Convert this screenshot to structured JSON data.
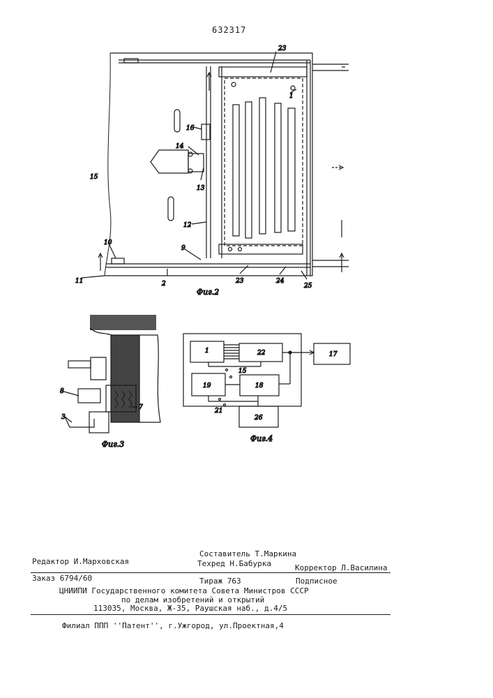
{
  "header": {
    "patent_number": "632317"
  },
  "figures": {
    "fig2": {
      "caption": "Фиг.2",
      "labels": {
        "l1": "1",
        "l2": "2",
        "l9": "9",
        "l10": "10",
        "l11": "11",
        "l12": "12",
        "l13": "13",
        "l14": "14",
        "l15": "15",
        "l16": "16",
        "l23a": "23",
        "l23b": "23",
        "l24": "24",
        "l25": "25"
      }
    },
    "fig3": {
      "caption": "Фиг.3",
      "labels": {
        "l3": "3",
        "l7": "7",
        "l8": "8"
      }
    },
    "fig4": {
      "caption": "Фиг.4",
      "labels": {
        "b1": "1",
        "b22": "22",
        "b17": "17",
        "b19": "19",
        "b18": "18",
        "b26": "26",
        "s15": "15",
        "s21": "21"
      }
    }
  },
  "imprint": {
    "editor": "Редактор И.Марховская",
    "compiler": "Составитель Т.Маркина",
    "techred": "Техред Н.Бабурка",
    "corrector": "Корректор Л.Василина",
    "order": "Заказ 6794/60",
    "circulation": "Тираж 763",
    "subscription": "Подписное",
    "org_line1": "ЦНИИПИ Государственного комитета Совета Министров СССР",
    "org_line2": "по делам изобретений и открытий",
    "address": "113035, Москва, Ж-35, Раушская наб., д.4/5",
    "branch": "Филиал ППП ''Патент'', г.Ужгород, ул.Проектная,4"
  }
}
